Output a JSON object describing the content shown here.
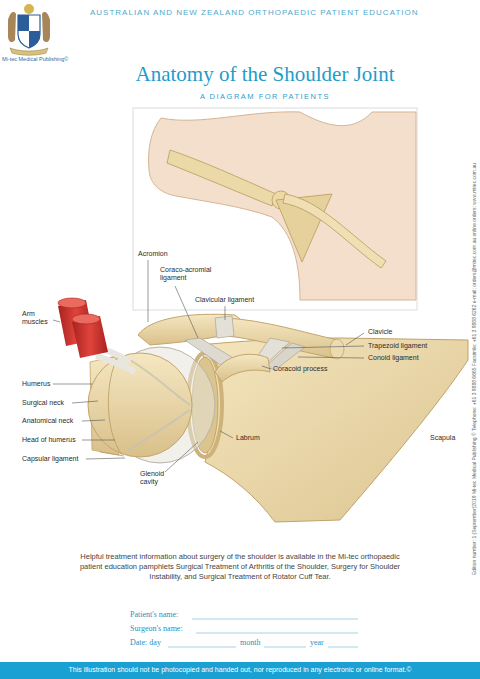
{
  "diagram": {
    "title": "Anatomy of the Shoulder Joint",
    "nodes": [
      {
        "text": [
          "This illustration should not be photocopied and handed out, nor reproduced in any electronic or online format.©"
        ]
      }
    ],
    "labels": [
      "AUSTRALIAN AND NEW ZEALAND ORTHOPAEDIC PATIENT EDUCATION",
      "Mi-tec Medical Publishing©",
      "A DIAGRAM FOR PATIENTS",
      "Acromion",
      "Coraco-acromial ligament",
      "Clavicular ligament",
      "Arm muscles",
      "Humerus",
      "Surgical neck",
      "Anatomical neck",
      "Head of humerus",
      "Capsular ligament",
      "Clavicle",
      "Trapezoid ligament",
      "Conoid ligament",
      "Coracoid process",
      "Labrum",
      "Scapula",
      "Glenoid cavity",
      "Helpful treatment information about surgery of the shoulder is available in the Mi-tec orthopaedic patient education pamphlets Surgical Treatment of Arthritis of the Shoulder, Surgery for Shoulder Instability, and Surgical Treatment of Rotator Cuff Tear.",
      "Patient's name:",
      "Surgeon's name:",
      "Date: day",
      "month",
      "year",
      "Edition number: 1 (September)2019 Mi-tec Medical Publishing © Telephone: +61 3 9888 6665 Facsimile: +61 3 9888 6262 e-mail: orders@mitec.com.au online orders: www.mitec.com.au"
    ]
  }
}
